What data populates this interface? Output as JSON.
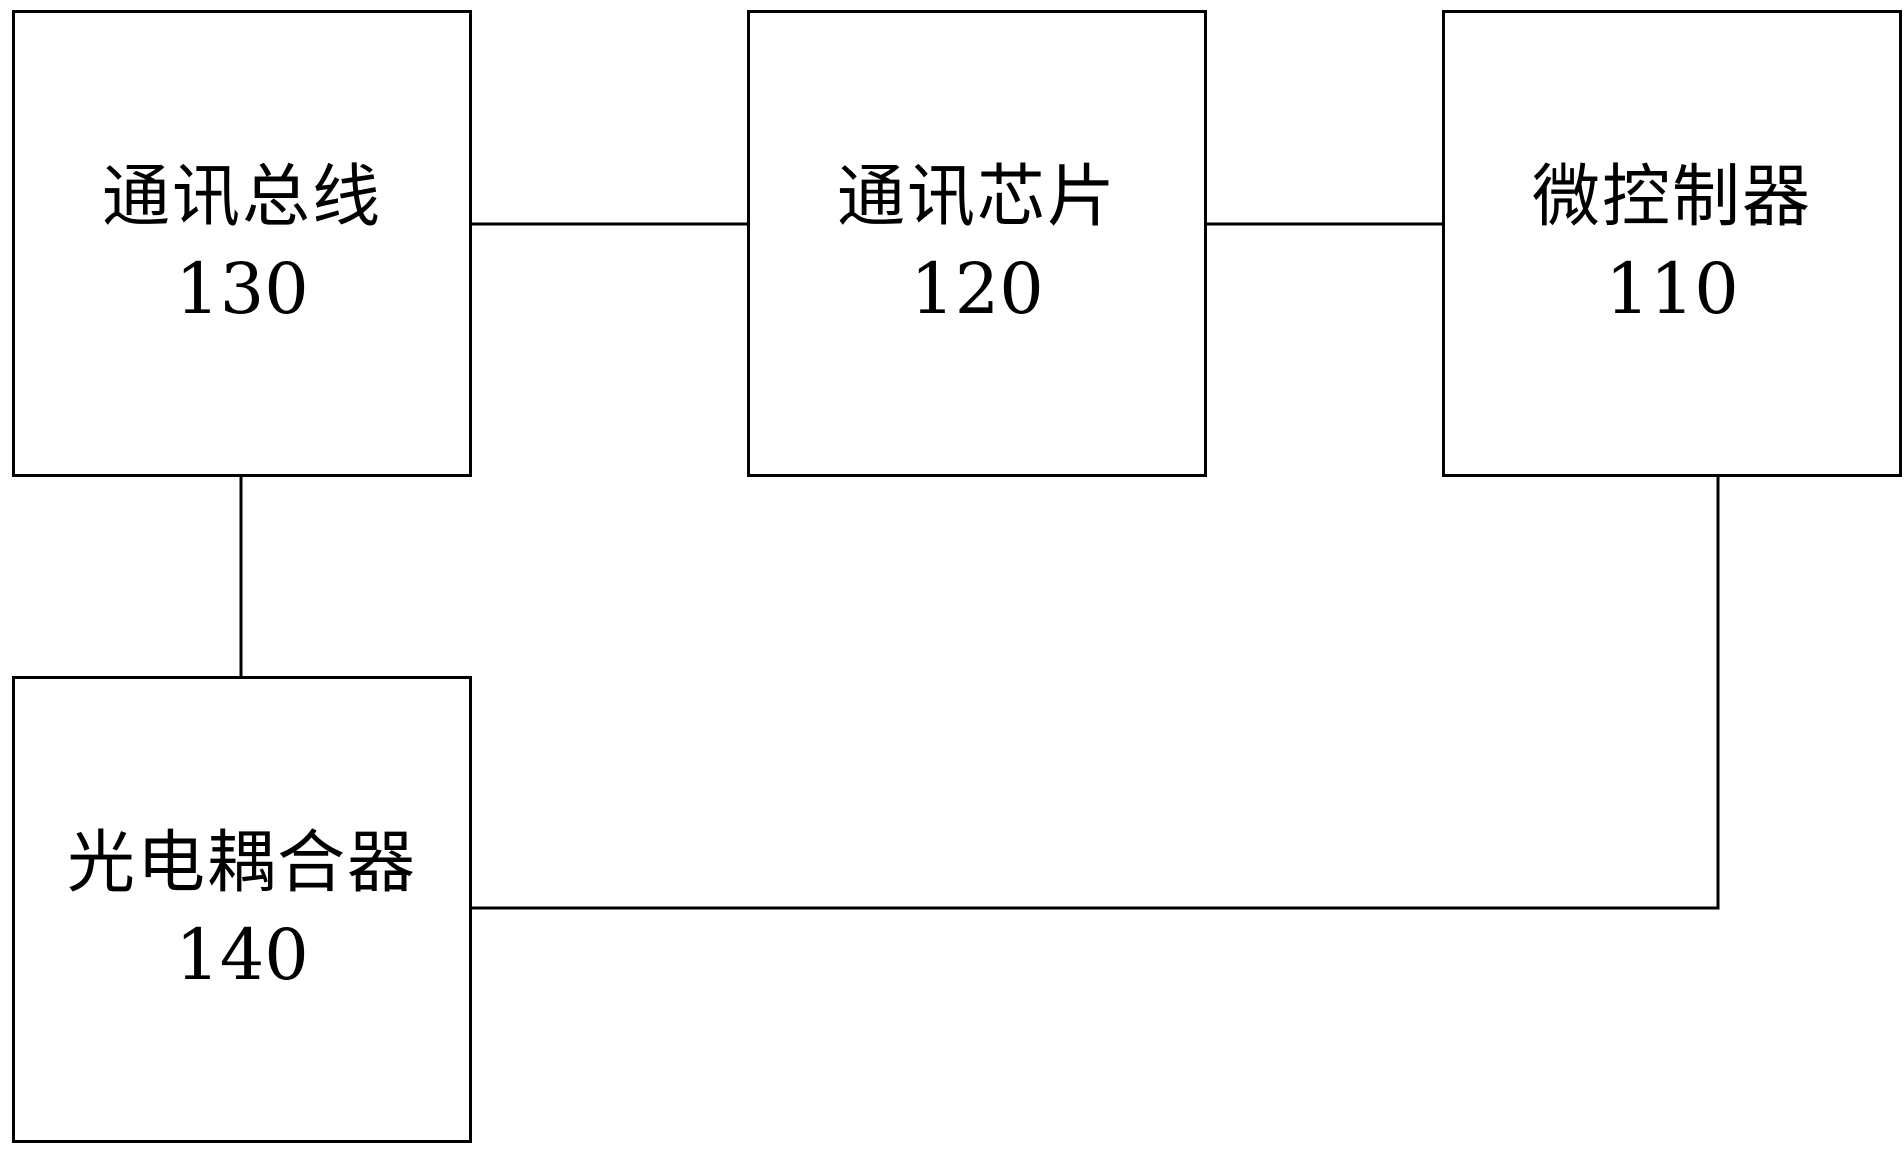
{
  "blocks": {
    "bus": {
      "name": "通讯总线",
      "number": "130"
    },
    "chip": {
      "name": "通讯芯片",
      "number": "120"
    },
    "mcu": {
      "name": "微控制器",
      "number": "110"
    },
    "optocoupler": {
      "name": "光电耦合器",
      "number": "140"
    }
  },
  "connections": [
    {
      "from": "bus",
      "to": "chip"
    },
    {
      "from": "chip",
      "to": "mcu"
    },
    {
      "from": "bus",
      "to": "optocoupler"
    },
    {
      "from": "mcu",
      "to": "optocoupler"
    }
  ],
  "colors": {
    "line": "#000000",
    "background": "#ffffff"
  }
}
